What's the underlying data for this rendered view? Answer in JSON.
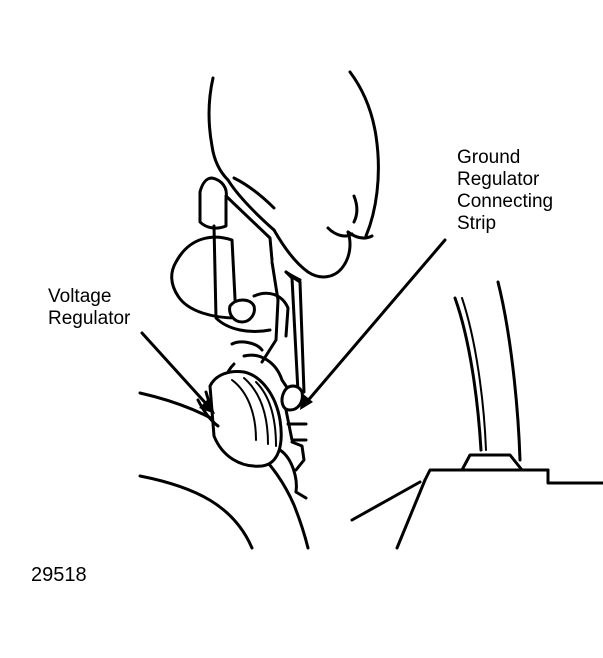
{
  "labels": {
    "ground_regulator_connecting_strip": [
      "Ground",
      "Regulator",
      "Connecting",
      "Strip"
    ],
    "voltage_regulator": [
      "Voltage",
      "Regulator"
    ]
  },
  "figure_number": "29518",
  "colors": {
    "ink": "#000000",
    "paper": "#ffffff"
  }
}
